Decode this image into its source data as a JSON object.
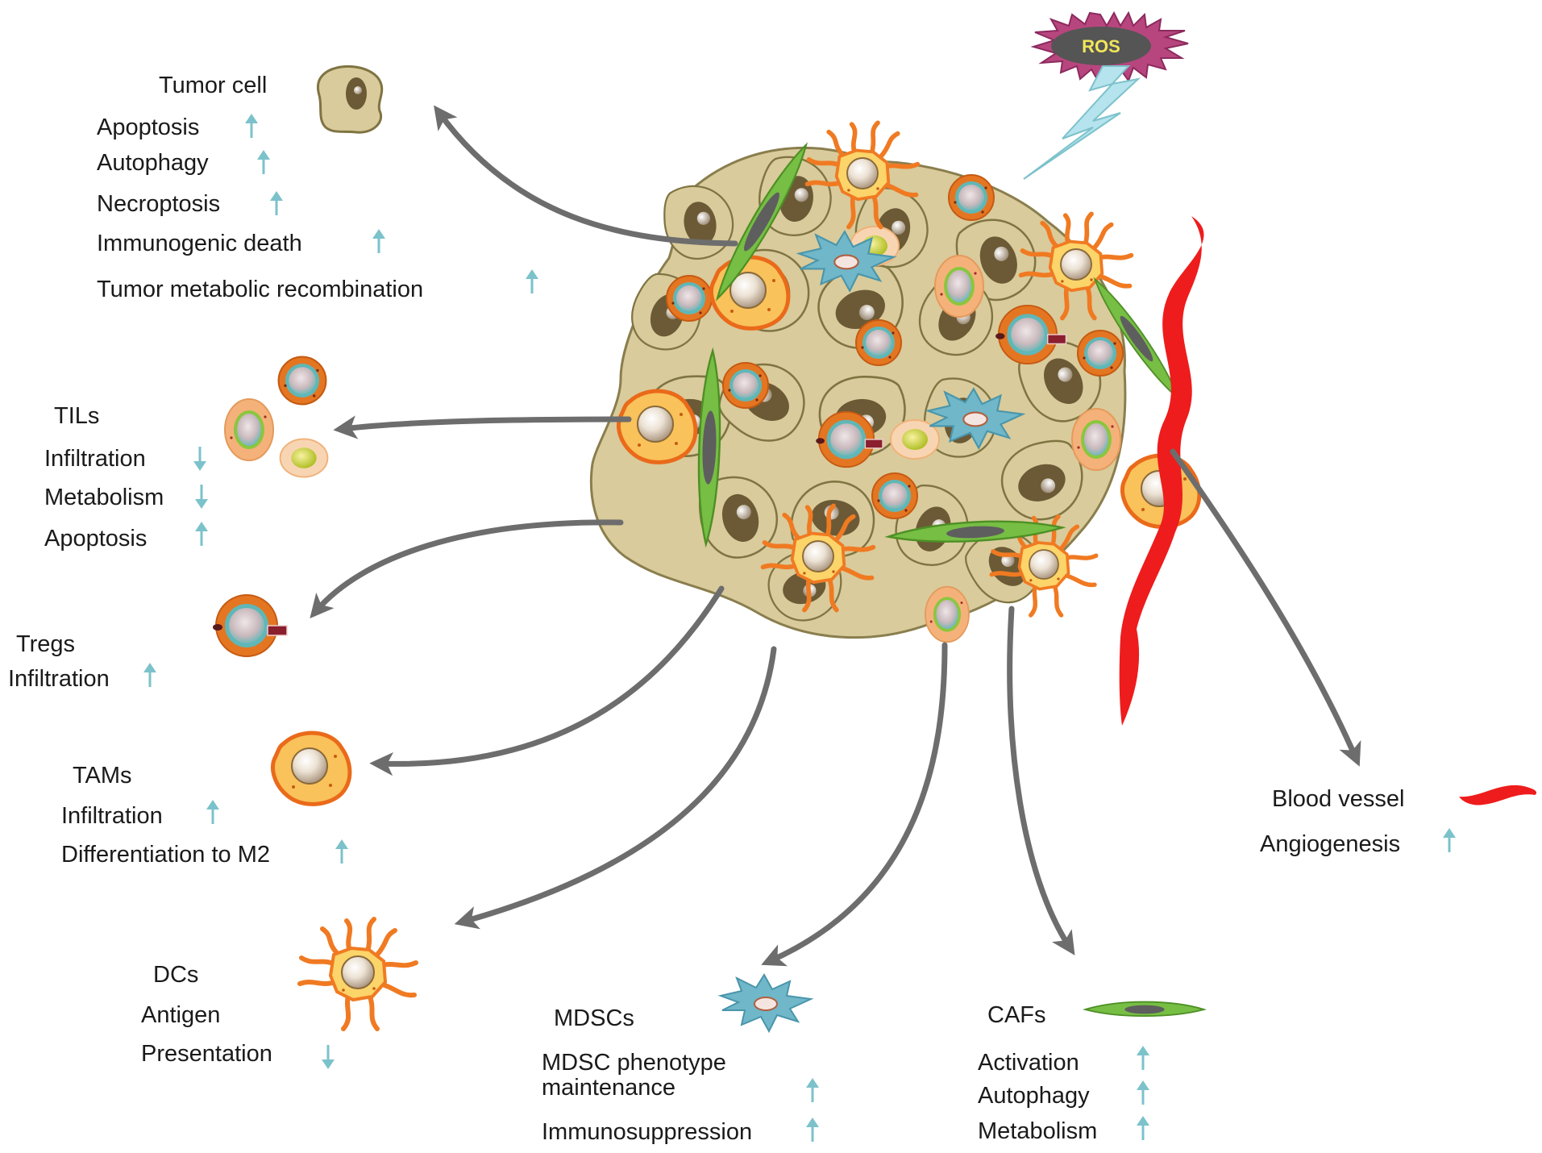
{
  "stressor": {
    "label": "ROS"
  },
  "up_arrow": "↑",
  "down_arrow": "↓",
  "colors": {
    "arrow_gray": "#6d6d6d",
    "indicator_teal": "#7cc2cb",
    "tumor_cell": "#d9cb9b",
    "tumor_nucleus": "#6b5a35",
    "vessel_red": "#ee1c1c",
    "caf_green": "#76be44",
    "dc_orange": "#f07a22",
    "mdsc_blue": "#6fb7c9",
    "ros_burst": "#9c3461"
  },
  "groups": {
    "tumor_cell": {
      "title": "Tumor cell",
      "icon": "tumor-cell-icon",
      "effects": [
        {
          "label": "Apoptosis",
          "direction": "up"
        },
        {
          "label": "Autophagy",
          "direction": "up"
        },
        {
          "label": "Necroptosis",
          "direction": "up"
        },
        {
          "label": "Immunogenic death",
          "direction": "up"
        },
        {
          "label": "Tumor metabolic recombination",
          "direction": "up"
        }
      ]
    },
    "tils": {
      "title": "TILs",
      "icon": "til-cells-icon",
      "effects": [
        {
          "label": "Infiltration",
          "direction": "down"
        },
        {
          "label": "Metabolism",
          "direction": "down"
        },
        {
          "label": "Apoptosis",
          "direction": "up"
        }
      ]
    },
    "tregs": {
      "title": "Tregs",
      "icon": "treg-cell-icon",
      "effects": [
        {
          "label": "Infiltration",
          "direction": "up"
        }
      ]
    },
    "tams": {
      "title": "TAMs",
      "icon": "macrophage-icon",
      "effects": [
        {
          "label": "Infiltration",
          "direction": "up"
        },
        {
          "label": "Differentiation to M2",
          "direction": "up"
        }
      ]
    },
    "dcs": {
      "title": "DCs",
      "icon": "dendritic-cell-icon",
      "lines": [
        "Antigen",
        "Presentation"
      ],
      "direction": "down"
    },
    "mdscs": {
      "title": "MDSCs",
      "icon": "mdsc-icon",
      "effects": [
        {
          "label": "MDSC phenotype maintenance",
          "lines": [
            "MDSC phenotype",
            "maintenance"
          ],
          "direction": "up"
        },
        {
          "label": "Immunosuppression",
          "direction": "up"
        }
      ]
    },
    "cafs": {
      "title": "CAFs",
      "icon": "fibroblast-icon",
      "effects": [
        {
          "label": "Activation",
          "direction": "up"
        },
        {
          "label": "Autophagy",
          "direction": "up"
        },
        {
          "label": "Metabolism",
          "direction": "up"
        }
      ]
    },
    "blood_vessel": {
      "title": "Blood vessel",
      "icon": "blood-vessel-icon",
      "effects": [
        {
          "label": "Angiogenesis",
          "direction": "up"
        }
      ]
    }
  }
}
